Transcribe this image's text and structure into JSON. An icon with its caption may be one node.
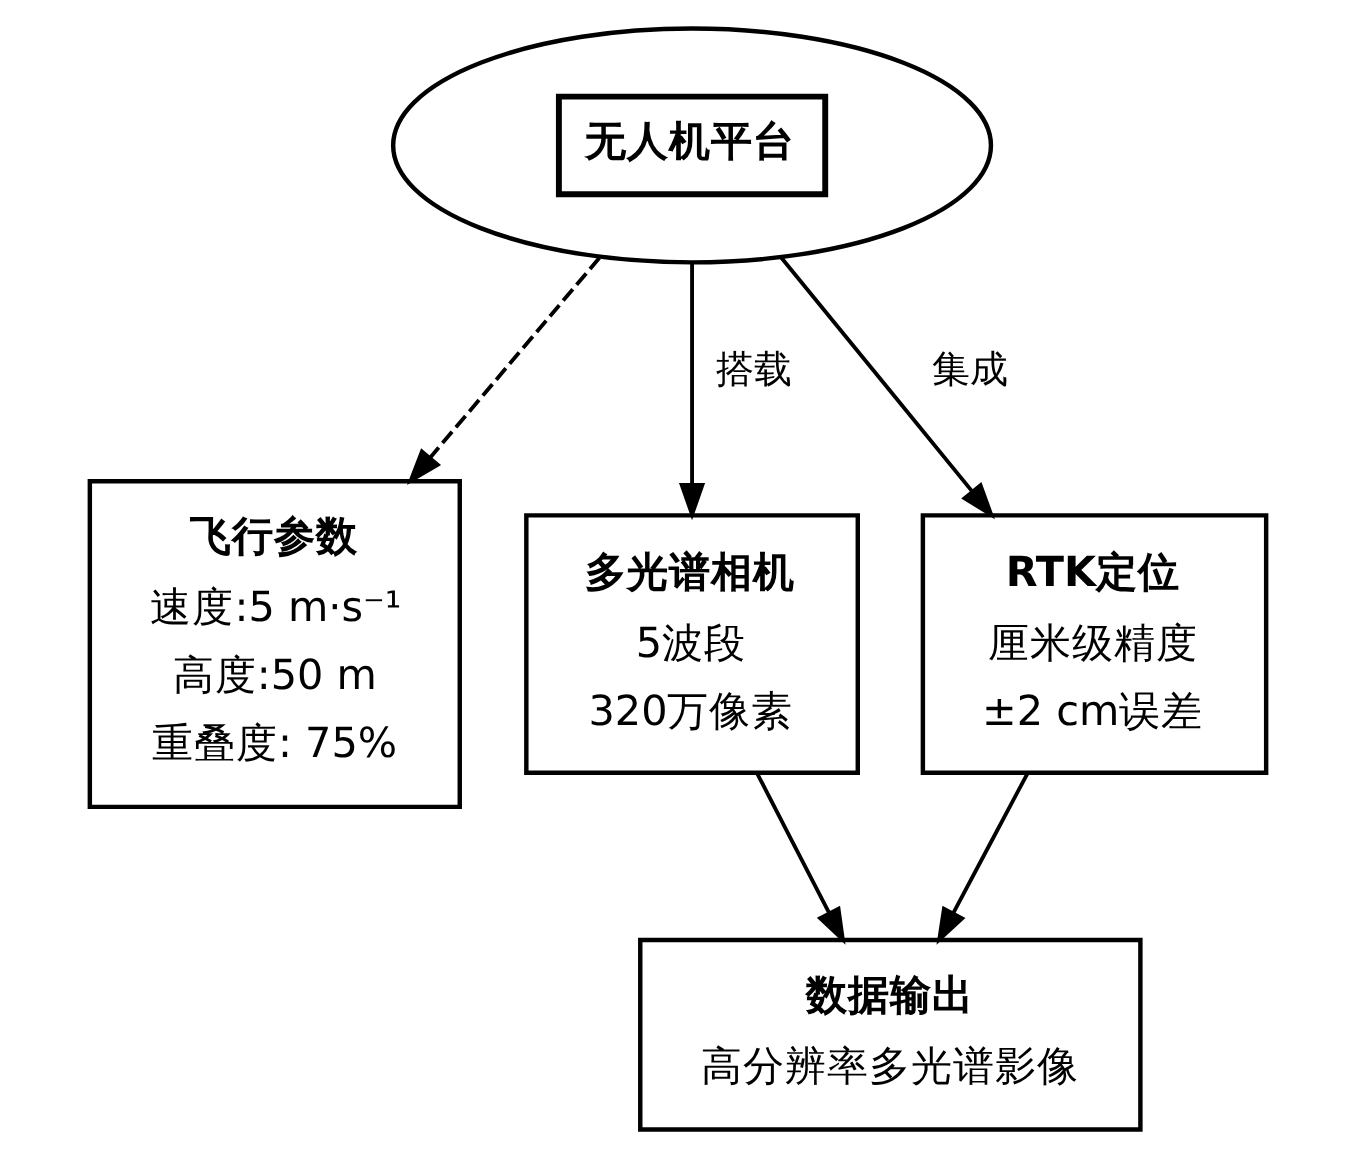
{
  "diagram": {
    "nodes": [
      {
        "text": [
          "无人机平台"
        ]
      },
      {
        "text": [
          "飞行参数",
          "速度:5 m·s⁻¹",
          "高度:50 m",
          "重叠度: 75%"
        ]
      },
      {
        "text": [
          "多光谱相机",
          "5波段",
          "320万像素"
        ]
      },
      {
        "text": [
          "RTK定位",
          "厘米级精度",
          "±2 cm误差"
        ]
      },
      {
        "text": [
          "数据输出",
          "高分辨率多光谱影像"
        ]
      }
    ],
    "edges": [
      {
        "from": 0,
        "to": 1,
        "arrow": "to",
        "style": "dashed"
      },
      {
        "from": 0,
        "to": 2,
        "arrow": "to",
        "label": "搭载"
      },
      {
        "from": 0,
        "to": 3,
        "arrow": "to",
        "label": "集成"
      },
      {
        "from": 2,
        "to": 4,
        "arrow": "to"
      },
      {
        "from": 3,
        "to": 4,
        "arrow": "to"
      }
    ]
  }
}
